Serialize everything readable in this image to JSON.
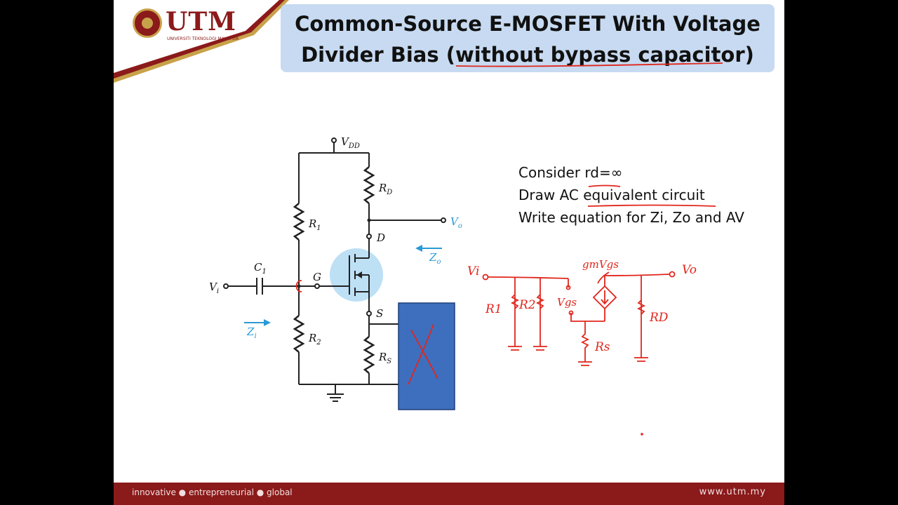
{
  "header": {
    "logo_text": "UTM",
    "logo_sub": "UNIVERSITI TEKNOLOGI MALAYSIA",
    "title_line1": "Common-Source E-MOSFET With Voltage",
    "title_line2": "Divider Bias (without bypass capacitor)"
  },
  "circuit": {
    "vdd": "V",
    "vdd_sub": "DD",
    "rd": "R",
    "rd_sub": "D",
    "r1": "R",
    "r1_sub": "1",
    "r2": "R",
    "r2_sub": "2",
    "rs": "R",
    "rs_sub": "S",
    "c1": "C",
    "c1_sub": "1",
    "vi": "V",
    "vi_sub": "i",
    "vo": "V",
    "vo_sub": "o",
    "d": "D",
    "g": "G",
    "s": "S",
    "zi": "Z",
    "zi_sub": "i",
    "zo": "Z",
    "zo_sub": "o"
  },
  "notes": [
    "Consider rd=∞",
    "Draw AC equivalent circuit",
    "Write equation for Zi, Zo and AV"
  ],
  "handwriting": {
    "vi": "Vi",
    "vo": "Vo",
    "gm": "gmVgs",
    "vgs": "Vgs",
    "r1": "R1",
    "r2": "R2",
    "rs": "Rs",
    "rd": "RD"
  },
  "colors": {
    "brand": "#8b1a1a",
    "title_bg": "#c7daf1",
    "overlay_box": "#3e6fbe",
    "ink": "#e0261c",
    "accent_blue": "#2a9ad6"
  },
  "footer": {
    "tagline": "innovative ● entrepreneurial ● global",
    "url": "www.utm.my"
  }
}
